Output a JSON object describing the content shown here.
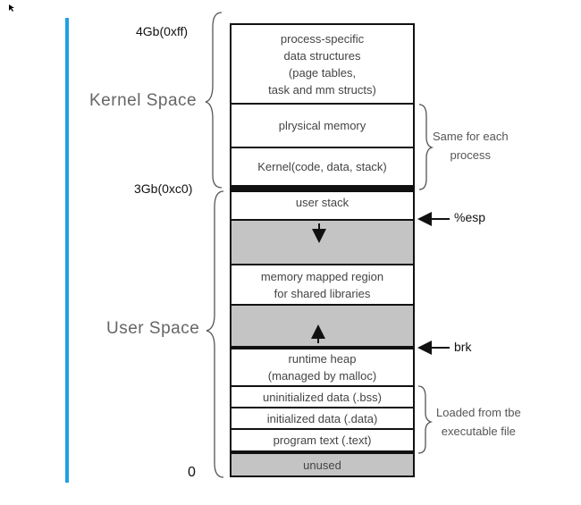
{
  "addresses": {
    "top": "4Gb(0xff)",
    "kernel_start": "3Gb(0xc0)",
    "bottom": "0"
  },
  "space_labels": {
    "kernel": "Kernel Space",
    "user": "User Space"
  },
  "segments": [
    {
      "label": "process-specific\ndata structures\n(page tables,\ntask and mm structs)"
    },
    {
      "label": "plrysical memory"
    },
    {
      "label": "Kernel(code, data, stack)"
    },
    {
      "label": "user stack"
    },
    {
      "label": ""
    },
    {
      "label": "memory mapped region\nfor shared libraries"
    },
    {
      "label": ""
    },
    {
      "label": "runtime heap\n(managed by malloc)"
    },
    {
      "label": "uninitialized data (.bss)"
    },
    {
      "label": "initialized data (.data)"
    },
    {
      "label": "program text (.text)"
    },
    {
      "label": "unused"
    }
  ],
  "notes": {
    "same": "Same for each\nprocess",
    "loaded": "Loaded from tbe\nexecutable file"
  },
  "pointers": {
    "esp": "%esp",
    "brk": "brk"
  },
  "colors": {
    "accent_bar": "#1ea0e6",
    "gap_fill": "#c4c4c4"
  }
}
